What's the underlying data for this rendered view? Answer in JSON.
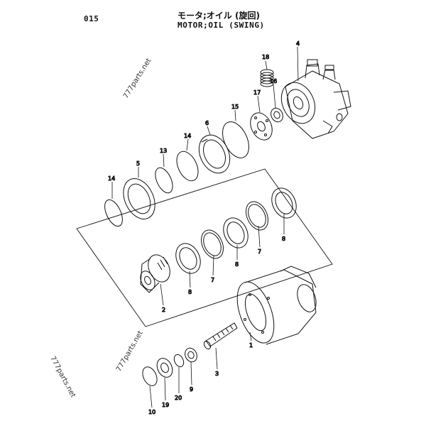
{
  "header": {
    "page_number": "015",
    "title_jp": "モータ;オイル (旋回)",
    "title_en": "MOTOR;OIL (SWING)"
  },
  "watermarks": {
    "top": "777parts.net",
    "bottom_left": "777parts.net",
    "bottom_center": "777parts.net"
  },
  "callouts": {
    "c18": "18",
    "c4": "4",
    "c16": "16",
    "c17": "17",
    "c15": "15",
    "c6": "6",
    "c14a": "14",
    "c13": "13",
    "c5": "5",
    "c14b": "14",
    "c8a": "8",
    "c7a": "7",
    "c8b": "8",
    "c7b": "7",
    "c8c": "8",
    "c2": "2",
    "c1": "1",
    "c3": "3",
    "c20": "20",
    "c9": "9",
    "c10": "10",
    "c19": "19"
  }
}
